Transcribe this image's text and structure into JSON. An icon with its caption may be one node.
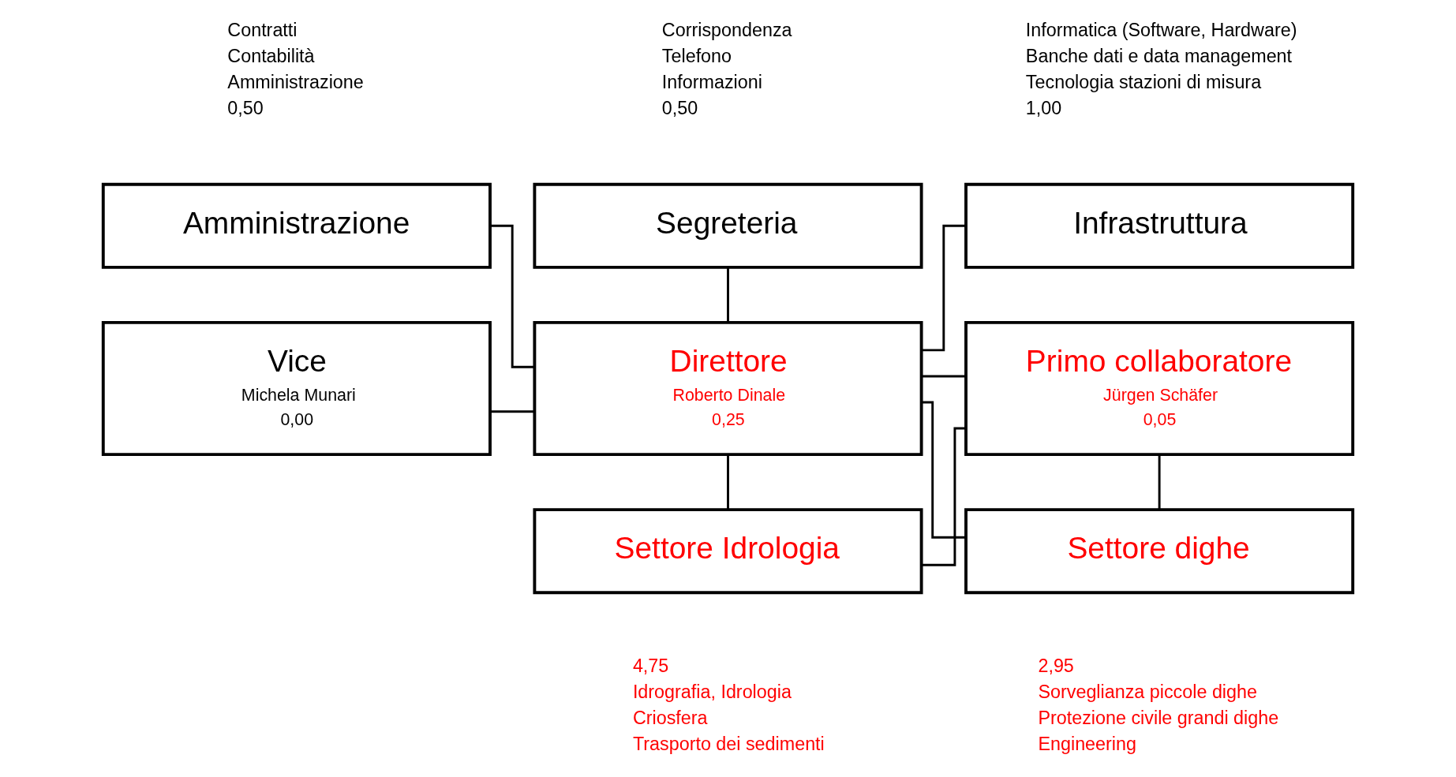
{
  "diagram": {
    "nodes": [
      {
        "text": [
          "Amministrazione"
        ],
        "beside": [
          "Contratti",
          "Contabilità",
          "Amministrazione",
          "0,50"
        ]
      },
      {
        "text": [
          "Segreteria"
        ],
        "beside": [
          "Corrispondenza",
          "Telefono",
          "Informazioni",
          "0,50"
        ]
      },
      {
        "text": [
          "Infrastruttura"
        ],
        "beside": [
          "Informatica (Software, Hardware)",
          "Banche dati e data management",
          "Tecnologia stazioni di misura",
          "1,00"
        ]
      },
      {
        "text": [
          "Vice",
          "Michela Munari",
          "0,00"
        ]
      },
      {
        "text": [
          "Direttore",
          "Roberto Dinale",
          "0,25"
        ]
      },
      {
        "text": [
          "Primo collaboratore",
          "Jürgen Schäfer",
          "0,05"
        ]
      },
      {
        "text": [
          "Settore Idrologia"
        ],
        "beside": [
          "4,75",
          "Idrografia, Idrologia",
          "Criosfera",
          "Trasporto dei sedimenti"
        ]
      },
      {
        "text": [
          "Settore dighe"
        ],
        "beside": [
          "2,95",
          "Sorveglianza piccole dighe",
          "Protezione civile grandi dighe",
          "Engineering"
        ]
      }
    ],
    "edges": [
      {
        "from": 0,
        "to": 4,
        "arrow": "none"
      },
      {
        "from": 1,
        "to": 4,
        "arrow": "none"
      },
      {
        "from": 2,
        "to": 4,
        "arrow": "none"
      },
      {
        "from": 3,
        "to": 4,
        "arrow": "none"
      },
      {
        "from": 4,
        "to": 5,
        "arrow": "none"
      },
      {
        "from": 4,
        "to": 6,
        "arrow": "none"
      },
      {
        "from": 4,
        "to": 7,
        "arrow": "none"
      },
      {
        "from": 5,
        "to": 6,
        "arrow": "none"
      },
      {
        "from": 5,
        "to": 7,
        "arrow": "none"
      }
    ]
  }
}
